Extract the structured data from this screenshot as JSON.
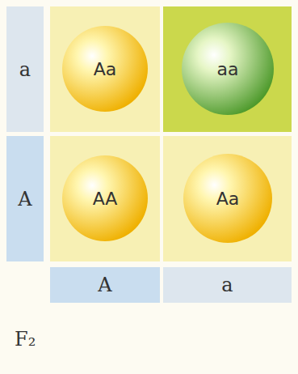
{
  "diagram": {
    "nodes": [
      {
        "text": [
          "a"
        ]
      },
      {
        "text": [
          "Aa"
        ]
      },
      {
        "text": [
          "aa"
        ]
      },
      {
        "text": [
          "A"
        ]
      },
      {
        "text": [
          "AA"
        ]
      },
      {
        "text": [
          "Aa"
        ]
      },
      {
        "text": [
          "A"
        ]
      },
      {
        "text": [
          "a"
        ]
      }
    ],
    "labels": [
      "F₂"
    ]
  }
}
